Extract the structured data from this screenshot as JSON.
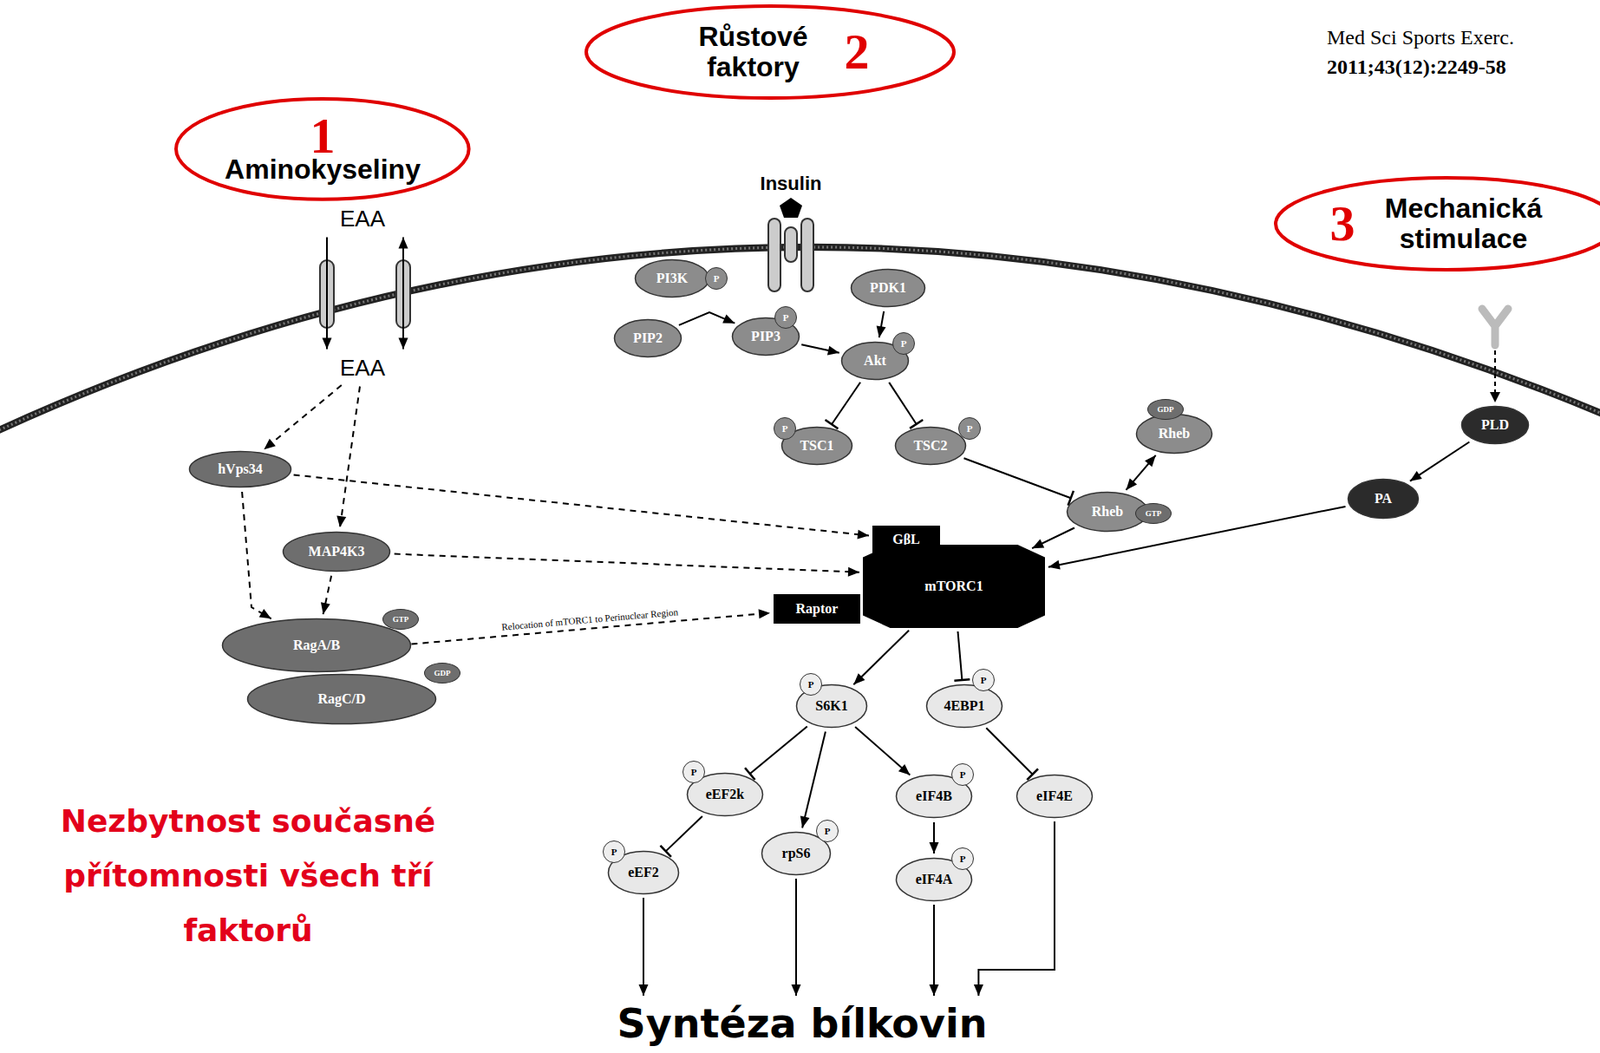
{
  "diagram": {
    "nodes": [
      {
        "text": [
          "1",
          "Aminokyseliny"
        ]
      },
      {
        "text": [
          "Růstové faktory",
          "2"
        ]
      },
      {
        "text": [
          "3",
          "Mechanická stimulace"
        ]
      },
      {
        "text": [
          "EAA"
        ]
      },
      {
        "text": [
          "EAA"
        ]
      },
      {
        "text": [
          "PI3K"
        ]
      },
      {
        "text": [
          "PDK1"
        ]
      },
      {
        "text": [
          "PIP2"
        ]
      },
      {
        "text": [
          "PIP3"
        ]
      },
      {
        "text": [
          "Akt"
        ]
      },
      {
        "text": [
          "Rheb"
        ]
      },
      {
        "text": [
          "PLD"
        ]
      },
      {
        "text": [
          "hVps34"
        ]
      },
      {
        "text": [
          "TSC1"
        ]
      },
      {
        "text": [
          "TSC2"
        ]
      },
      {
        "text": [
          "PA"
        ]
      },
      {
        "text": [
          "Rheb"
        ]
      },
      {
        "text": [
          "MAP4K3"
        ]
      },
      {
        "text": [
          "GβL"
        ]
      },
      {
        "text": [
          "mTORC1"
        ]
      },
      {
        "text": [
          "Raptor"
        ]
      },
      {
        "text": [
          "RagA/B"
        ]
      },
      {
        "text": [
          "RagC/D"
        ]
      },
      {
        "text": [
          "S6K1"
        ]
      },
      {
        "text": [
          "4EBP1"
        ]
      },
      {
        "text": [
          "eEF2k"
        ]
      },
      {
        "text": [
          "eIF4B"
        ]
      },
      {
        "text": [
          "eIF4E"
        ]
      },
      {
        "text": [
          "rpS6"
        ]
      },
      {
        "text": [
          "eEF2"
        ]
      },
      {
        "text": [
          "eIF4A"
        ]
      },
      {
        "text": [
          "Syntéza bílkovin"
        ]
      }
    ],
    "edges": [
      {
        "from": 3,
        "to": 4,
        "arrow": "to"
      },
      {
        "from": 3,
        "to": 4,
        "arrow": "both"
      },
      {
        "from": 4,
        "to": 12,
        "arrow": "to"
      },
      {
        "from": 4,
        "to": 17,
        "arrow": "to"
      },
      {
        "from": 12,
        "to": 18,
        "arrow": "to"
      },
      {
        "from": 17,
        "to": 19,
        "arrow": "to"
      },
      {
        "from": 12,
        "to": 21,
        "arrow": "to"
      },
      {
        "from": 17,
        "to": 21,
        "arrow": "to"
      },
      {
        "from": 21,
        "to": 20,
        "arrow": "to",
        "label": "Relocation of mTORC1 to Perinuclear Region"
      },
      {
        "from": 7,
        "to": 8,
        "arrow": "to"
      },
      {
        "from": 8,
        "to": 9,
        "arrow": "to"
      },
      {
        "from": 6,
        "to": 9,
        "arrow": "to"
      },
      {
        "from": 9,
        "to": 13,
        "arrow": "to"
      },
      {
        "from": 9,
        "to": 14,
        "arrow": "to"
      },
      {
        "from": 14,
        "to": 16,
        "arrow": "to"
      },
      {
        "from": 10,
        "to": 16,
        "arrow": "both"
      },
      {
        "from": 16,
        "to": 19,
        "arrow": "to"
      },
      {
        "from": 11,
        "to": 15,
        "arrow": "to"
      },
      {
        "from": 15,
        "to": 19,
        "arrow": "to"
      },
      {
        "from": 19,
        "to": 23,
        "arrow": "to"
      },
      {
        "from": 19,
        "to": 24,
        "arrow": "to"
      },
      {
        "from": 23,
        "to": 25,
        "arrow": "to"
      },
      {
        "from": 23,
        "to": 28,
        "arrow": "to"
      },
      {
        "from": 23,
        "to": 26,
        "arrow": "to"
      },
      {
        "from": 24,
        "to": 27,
        "arrow": "to"
      },
      {
        "from": 25,
        "to": 29,
        "arrow": "to"
      },
      {
        "from": 26,
        "to": 30,
        "arrow": "to"
      },
      {
        "from": 29,
        "to": 31,
        "arrow": "to"
      },
      {
        "from": 28,
        "to": 31,
        "arrow": "to"
      },
      {
        "from": 30,
        "to": 31,
        "arrow": "to"
      },
      {
        "from": 27,
        "to": 31,
        "arrow": "to"
      }
    ],
    "labels": [
      "Med Sci Sports Exerc.",
      "2011;43(12):2249-58",
      "Insulin",
      "P",
      "P",
      "P",
      "GDP",
      "P",
      "P",
      "GTP",
      "GTP",
      "GDP",
      "P",
      "P",
      "P",
      "P",
      "P",
      "P",
      "P",
      "Nezbytnost současné přítomnosti všech tří faktorů"
    ]
  }
}
